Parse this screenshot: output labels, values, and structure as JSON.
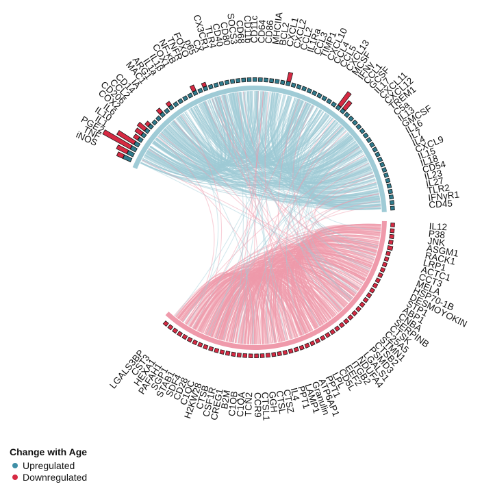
{
  "chart_data": {
    "type": "chord",
    "legend": {
      "title": "Change with Age",
      "placement": "bottom-left",
      "items": [
        {
          "label": "Upregulated",
          "color": "#3f8fa6"
        },
        {
          "label": "Downregulated",
          "color": "#d62a43"
        }
      ]
    },
    "colors": {
      "up_fill": "#2f7a8c",
      "up_ribbon": "#9fcbd6",
      "down_fill": "#d62a43",
      "down_ribbon": "#ef9aab",
      "outline": "#1a1a1a"
    },
    "upregulated": [
      {
        "name": "CD45",
        "up": 0.05,
        "down": 0
      },
      {
        "name": "IFNγR1",
        "up": 0.05,
        "down": 0
      },
      {
        "name": "TLR2",
        "up": 0.05,
        "down": 0
      },
      {
        "name": "IL27",
        "up": 0.05,
        "down": 0
      },
      {
        "name": "IL23",
        "up": 0.05,
        "down": 0
      },
      {
        "name": "CD54",
        "up": 0.05,
        "down": 0
      },
      {
        "name": "IL18",
        "up": 0.05,
        "down": 0
      },
      {
        "name": "IL15",
        "up": 0.05,
        "down": 0
      },
      {
        "name": "CXCL9",
        "up": 0.05,
        "down": 0
      },
      {
        "name": "IL4",
        "up": 0.05,
        "down": 0
      },
      {
        "name": "IL7",
        "up": 0.05,
        "down": 0
      },
      {
        "name": "IL16",
        "up": 0.05,
        "down": 0
      },
      {
        "name": "GMCSF",
        "up": 0.05,
        "down": 0
      },
      {
        "name": "IL13",
        "up": 0.05,
        "down": 0
      },
      {
        "name": "C5a",
        "up": 0.05,
        "down": 0
      },
      {
        "name": "TREM1",
        "up": 0.05,
        "down": 0
      },
      {
        "name": "CXCL12",
        "up": 0.05,
        "down": 0
      },
      {
        "name": "CXCL11",
        "up": 0.05,
        "down": 0
      },
      {
        "name": "IL17",
        "up": 0.05,
        "down": 0
      },
      {
        "name": "GCSF",
        "up": 0.05,
        "down": 0
      },
      {
        "name": "CCL1",
        "up": 0.05,
        "down": 0.6
      },
      {
        "name": "IFNγ",
        "up": 0.05,
        "down": 1.0
      },
      {
        "name": "MCSF",
        "up": 0.05,
        "down": 0
      },
      {
        "name": "CXCL13",
        "up": 0.05,
        "down": 0
      },
      {
        "name": "CCL5",
        "up": 0.05,
        "down": 0
      },
      {
        "name": "CCL4",
        "up": 0.05,
        "down": 0
      },
      {
        "name": "CXCL10",
        "up": 0.05,
        "down": 0
      },
      {
        "name": "TIMP1",
        "up": 0.05,
        "down": 0
      },
      {
        "name": "CCL3",
        "up": 0.05,
        "down": 0
      },
      {
        "name": "IL1Ra",
        "up": 0.05,
        "down": 0
      },
      {
        "name": "CCL2",
        "up": 0.05,
        "down": 0
      },
      {
        "name": "CXCL2",
        "up": 0.05,
        "down": 0.55
      },
      {
        "name": "CXCL1",
        "up": 0.05,
        "down": 0
      },
      {
        "name": "BCL2",
        "up": 0.05,
        "down": 0
      },
      {
        "name": "MHCIIA",
        "up": 0.05,
        "down": 0
      },
      {
        "name": "CD86",
        "up": 0.05,
        "down": 0
      },
      {
        "name": "CD64",
        "up": 0.05,
        "down": 0
      },
      {
        "name": "CD11c",
        "up": 0.05,
        "down": 0
      },
      {
        "name": "CD11b",
        "up": 0.05,
        "down": 0
      },
      {
        "name": "CD68",
        "up": 0.05,
        "down": 0
      },
      {
        "name": "SOCS3",
        "up": 0.05,
        "down": 0
      },
      {
        "name": "CD80",
        "up": 0.05,
        "down": 0
      },
      {
        "name": "CD40",
        "up": 0.05,
        "down": 0
      },
      {
        "name": "TLR4",
        "up": 0.05,
        "down": 0
      },
      {
        "name": "CX3CR1",
        "up": 0.05,
        "down": 0
      },
      {
        "name": "CX",
        "up": 0.05,
        "down": 0
      },
      {
        "name": "p65",
        "up": 0.05,
        "down": 0.15
      },
      {
        "name": "FOXO",
        "up": 0.05,
        "down": 0
      },
      {
        "name": "TNFR",
        "up": 0.05,
        "down": 0.35
      },
      {
        "name": "NF-κB",
        "up": 0.05,
        "down": 0
      },
      {
        "name": "COX1",
        "up": 0.05,
        "down": 0
      },
      {
        "name": "IL1β",
        "up": 0.05,
        "down": 0
      },
      {
        "name": "IL1a",
        "up": 0.05,
        "down": 0
      },
      {
        "name": "ARG1",
        "up": 0.07,
        "down": 0.25
      },
      {
        "name": "MAC1",
        "up": 0.07,
        "down": 0
      },
      {
        "name": "IA",
        "up": 0.08,
        "down": 0.3
      },
      {
        "name": "CD14",
        "up": 0.1,
        "down": 0
      },
      {
        "name": "CCL2",
        "up": 0.12,
        "down": 0
      },
      {
        "name": "CD206",
        "up": 0.15,
        "down": 0.2
      },
      {
        "name": "COX2",
        "up": 0.2,
        "down": 0.55
      },
      {
        "name": "IL6",
        "up": 0.22,
        "down": 0.45
      },
      {
        "name": "IL10",
        "up": 0.25,
        "down": 0.3
      },
      {
        "name": "IL1",
        "up": 0.3,
        "down": 1.2
      },
      {
        "name": "PGE2",
        "up": 0.35,
        "down": 1.9
      },
      {
        "name": "TNF",
        "up": 0.4,
        "down": 0.7
      },
      {
        "name": "iNOS",
        "up": 0.5,
        "down": 0.4
      }
    ],
    "downregulated": [
      {
        "name": "IL12",
        "up": 0,
        "down": 0.15
      },
      {
        "name": "P38",
        "up": 0,
        "down": 0.2
      },
      {
        "name": "JNK",
        "up": 0,
        "down": 0.25
      },
      {
        "name": "ASGM1",
        "up": 0,
        "down": 0.25
      },
      {
        "name": "RACK1",
        "up": 0,
        "down": 0.3
      },
      {
        "name": "LRP1",
        "up": 0,
        "down": 0.05
      },
      {
        "name": "ACTC1",
        "up": 0,
        "down": 0.05
      },
      {
        "name": "CCT3",
        "up": 0,
        "down": 0.05
      },
      {
        "name": "MELA",
        "up": 0,
        "down": 0.05
      },
      {
        "name": "HSP70-1B",
        "up": 0,
        "down": 0.05
      },
      {
        "name": "DESMOYOKIN",
        "up": 0,
        "down": 0.05
      },
      {
        "name": "STP1",
        "up": 0,
        "down": 0.05
      },
      {
        "name": "ABP1",
        "up": 0,
        "down": 0.05
      },
      {
        "name": "CNBA",
        "up": 0,
        "down": 0.05
      },
      {
        "name": "SERPINB",
        "up": 0,
        "down": 0.05
      },
      {
        "name": "CTSK",
        "up": 0,
        "down": 0.05
      },
      {
        "name": "C25A5",
        "up": 0,
        "down": 0.05
      },
      {
        "name": "STMN1",
        "up": 0,
        "down": 0.05
      },
      {
        "name": "CTSB2",
        "up": 0,
        "down": 0.05
      },
      {
        "name": "PSMD3",
        "up": 0,
        "down": 0.05
      },
      {
        "name": "LGALS1",
        "up": 0,
        "down": 0.05
      },
      {
        "name": "NDUFA4",
        "up": 0,
        "down": 0.05
      },
      {
        "name": "ITGB2",
        "up": 0,
        "down": 0.05
      },
      {
        "name": "EEF2",
        "up": 0,
        "down": 0.05
      },
      {
        "name": "CD5L",
        "up": 0,
        "down": 0.05
      },
      {
        "name": "LPL",
        "up": 0,
        "down": 0.05
      },
      {
        "name": "PPT1",
        "up": 0,
        "down": 0.05
      },
      {
        "name": "ATP6AP1",
        "up": 0,
        "down": 0.05
      },
      {
        "name": "Granulin",
        "up": 0,
        "down": 0.05
      },
      {
        "name": "LAMP1",
        "up": 0,
        "down": 0.05
      },
      {
        "name": "PPT1",
        "up": 0,
        "down": 0.05
      },
      {
        "name": "IL4",
        "up": 0,
        "down": 0.05
      },
      {
        "name": "CTSZ",
        "up": 0,
        "down": 0.05
      },
      {
        "name": "CTSL",
        "up": 0,
        "down": 0.05
      },
      {
        "name": "GGH",
        "up": 0,
        "down": 0.05
      },
      {
        "name": "CTSL1",
        "up": 0,
        "down": 0.05
      },
      {
        "name": "CCR9",
        "up": 0,
        "down": 0.05
      },
      {
        "name": "TCN2",
        "up": 0,
        "down": 0.05
      },
      {
        "name": "C1QA",
        "up": 0,
        "down": 0.05
      },
      {
        "name": "C1QB",
        "up": 0,
        "down": 0.05
      },
      {
        "name": "B2M",
        "up": 0,
        "down": 0.05
      },
      {
        "name": "CREG1",
        "up": 0,
        "down": 0.05
      },
      {
        "name": "CSF1R",
        "up": 0,
        "down": 0.05
      },
      {
        "name": "CTSB",
        "up": 0,
        "down": 0.05
      },
      {
        "name": "H2KW28",
        "up": 0,
        "down": 0.05
      },
      {
        "name": "C1QC",
        "up": 0,
        "down": 0.05
      },
      {
        "name": "CD28",
        "up": 0,
        "down": 0.05
      },
      {
        "name": "SDF4",
        "up": 0,
        "down": 0.05
      },
      {
        "name": "STAB1",
        "up": 0,
        "down": 0.05
      },
      {
        "name": "SGP1",
        "up": 0,
        "down": 0.05
      },
      {
        "name": "PAFAH1",
        "up": 0,
        "down": 0.05
      },
      {
        "name": "HEXA1",
        "up": 0,
        "down": 0.05
      },
      {
        "name": "CST3",
        "up": 0,
        "down": 0.05
      },
      {
        "name": "LGALS3BP",
        "up": 0,
        "down": 0.05
      }
    ]
  }
}
